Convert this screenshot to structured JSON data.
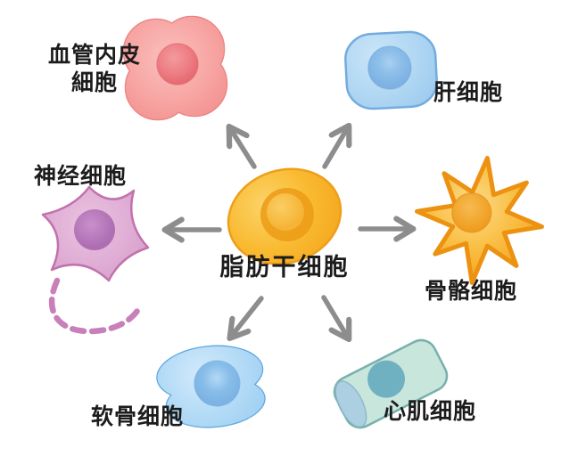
{
  "diagram": {
    "type": "cell-differentiation",
    "background_color": "#ffffff",
    "arrow_color": "#8D8D8D",
    "arrows": [
      "up-left",
      "up-right",
      "left",
      "right",
      "down-left",
      "down-right"
    ],
    "cells": {
      "stem": {
        "label": "脂肪干细胞",
        "body_color": "#F8B42C",
        "nucleus_color": "#F0A01E"
      },
      "endothelial": {
        "label_line1": "血管内皮",
        "label_line2": "細胞",
        "body_color": "#F6A3A1",
        "nucleus_color": "#EC7E84"
      },
      "liver": {
        "label": "肝细胞",
        "body_color": "#ACD4F2",
        "nucleus_color": "#85B9E5"
      },
      "neural": {
        "label": "神经细胞",
        "body_color": "#DFACD5",
        "nucleus_color": "#B674B8"
      },
      "bone": {
        "label": "骨骼细胞",
        "body_color": "#F8BE45",
        "nucleus_color": "#F0A228"
      },
      "cartilage": {
        "label": "软骨细胞",
        "body_color": "#AFD9F6",
        "nucleus_color": "#84BBE9"
      },
      "cardiac": {
        "label": "心肌细胞",
        "body_color": "#B6DCD2",
        "nucleus_color": "#78B8C7"
      }
    }
  }
}
